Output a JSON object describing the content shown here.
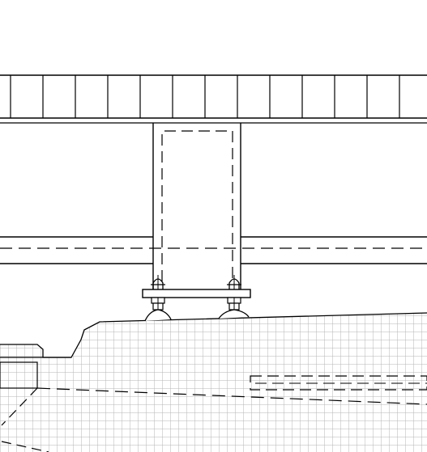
{
  "drawing": {
    "line_color": "#000000",
    "background_color": "#ffffff",
    "hatch_color": "#b4b4b4",
    "elements": [
      "top-beam",
      "vertical-column",
      "horizontal-beam",
      "base-plate",
      "anchor-bolt-left",
      "anchor-bolt-right",
      "grout-pad-left",
      "grout-pad-right",
      "concrete-foundation",
      "embedded-member"
    ]
  }
}
